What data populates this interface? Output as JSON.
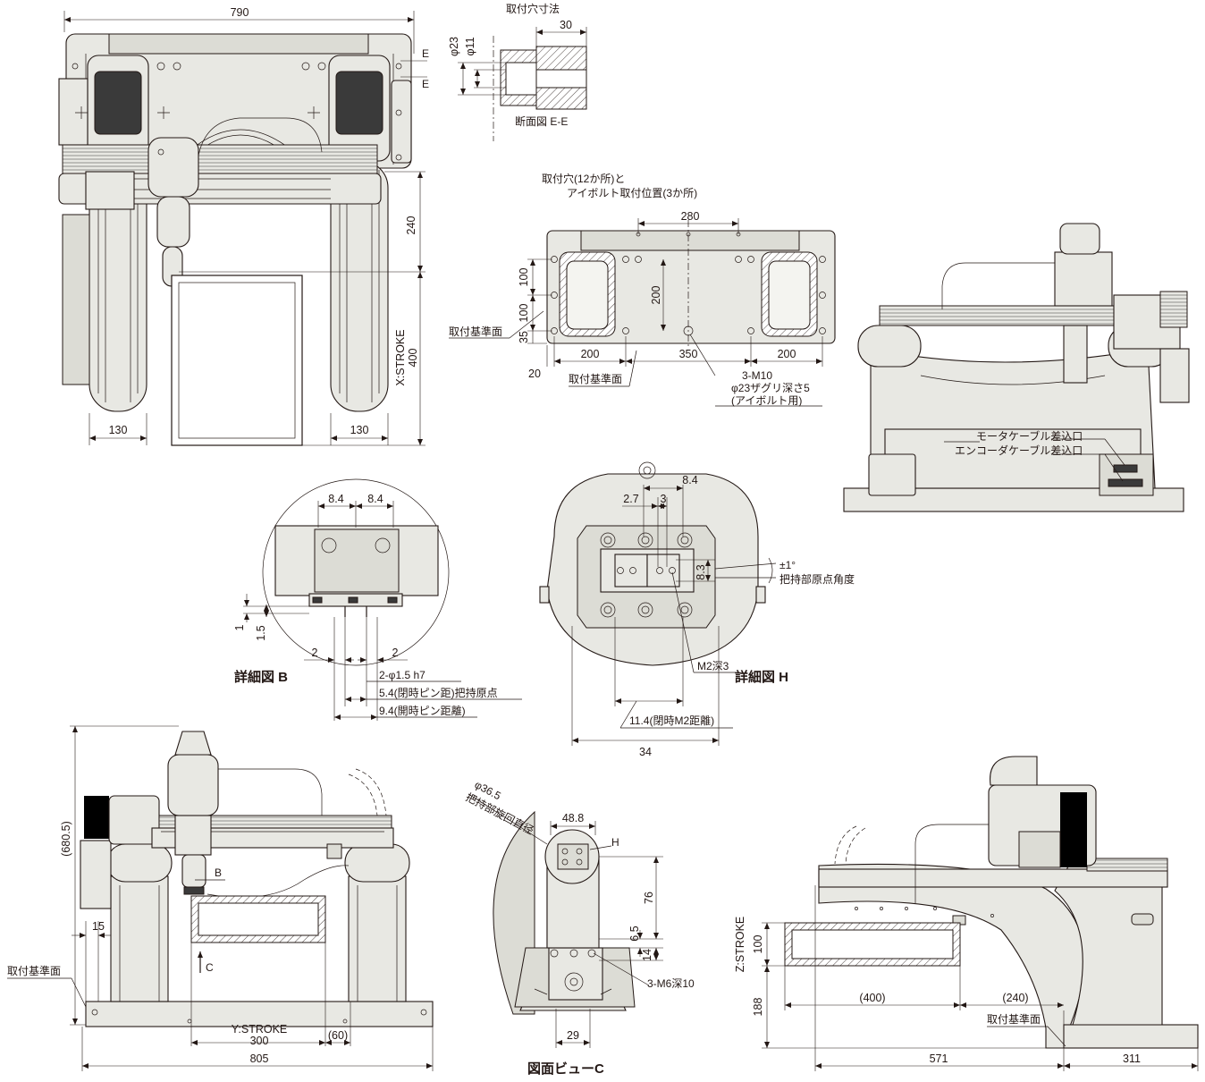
{
  "top_view": {
    "width": "790",
    "e_mark_top": "E",
    "e_mark_bottom": "E",
    "dim_240": "240",
    "x_stroke_label": "X:STROKE",
    "x_stroke_value": "400",
    "dim_130_left": "130",
    "dim_130_right": "130"
  },
  "section_ee": {
    "title": "取付穴寸法",
    "dim_30": "30",
    "dim_phi23": "φ23",
    "dim_phi11": "φ11",
    "caption": "断面図 E-E"
  },
  "mount_plan": {
    "title_line1": "取付穴(12か所)と",
    "title_line2": "アイボルト取付位置(3か所)",
    "dim_280": "280",
    "dim_200_vertical": "200",
    "dim_100_upper": "100",
    "dim_100_lower": "100",
    "dim_35": "35",
    "dim_20": "20",
    "dim_200_left": "200",
    "dim_350": "350",
    "dim_200_right": "200",
    "ref_surface_left": "取付基準面",
    "ref_surface_bottom": "取付基準面",
    "bolt_line1": "3-M10",
    "bolt_line2": "φ23ザグリ深さ5",
    "bolt_line3": "(アイボルト用)"
  },
  "side_view_right": {
    "motor_cable": "モータケーブル差込口",
    "encoder_cable": "エンコーダケーブル差込口"
  },
  "detail_b": {
    "title": "詳細図 B",
    "dim_8_4_left": "8.4",
    "dim_8_4_right": "8.4",
    "dim_1": "1",
    "dim_1_5": "1.5",
    "dim_2_left": "2",
    "dim_2_right": "2",
    "pin_note": "2-φ1.5 h7",
    "closed_pin_origin": "5.4(閉時ピン距)把持原点",
    "closed_pin_distance": "9.4(開時ピン距離)"
  },
  "detail_h": {
    "title": "詳細図 H",
    "dim_8_4": "8.4",
    "dim_2_7": "2.7",
    "dim_3": "3",
    "dim_8_3": "8.3",
    "angle_tol": "±1°",
    "origin_angle": "把持部原点角度",
    "m2_depth": "M2深3",
    "closed_m2_distance": "11.4(閉時M2距離)",
    "dim_34": "34"
  },
  "front_view": {
    "height_total": "(680.5)",
    "dim_15": "15",
    "ref_surface": "取付基準面",
    "mark_b": "B",
    "mark_c": "C",
    "y_stroke_label": "Y:STROKE",
    "y_stroke_value": "300",
    "dim_60": "(60)",
    "dim_805": "805"
  },
  "view_c": {
    "title": "図面ビューC",
    "rot_dia": "φ36.5",
    "rot_label": "把持部旋回直径",
    "dim_48_8": "48.8",
    "mark_h": "H",
    "dim_76": "76",
    "dim_6_5": "6.5",
    "dim_14": "14",
    "tap": "3-M6深10",
    "dim_29": "29"
  },
  "side_view_bottom": {
    "z_stroke": "Z:STROKE",
    "dim_100": "100",
    "dim_188": "188",
    "dim_400": "(400)",
    "dim_240": "(240)",
    "ref_surface": "取付基準面",
    "dim_571": "571",
    "dim_311": "311"
  }
}
